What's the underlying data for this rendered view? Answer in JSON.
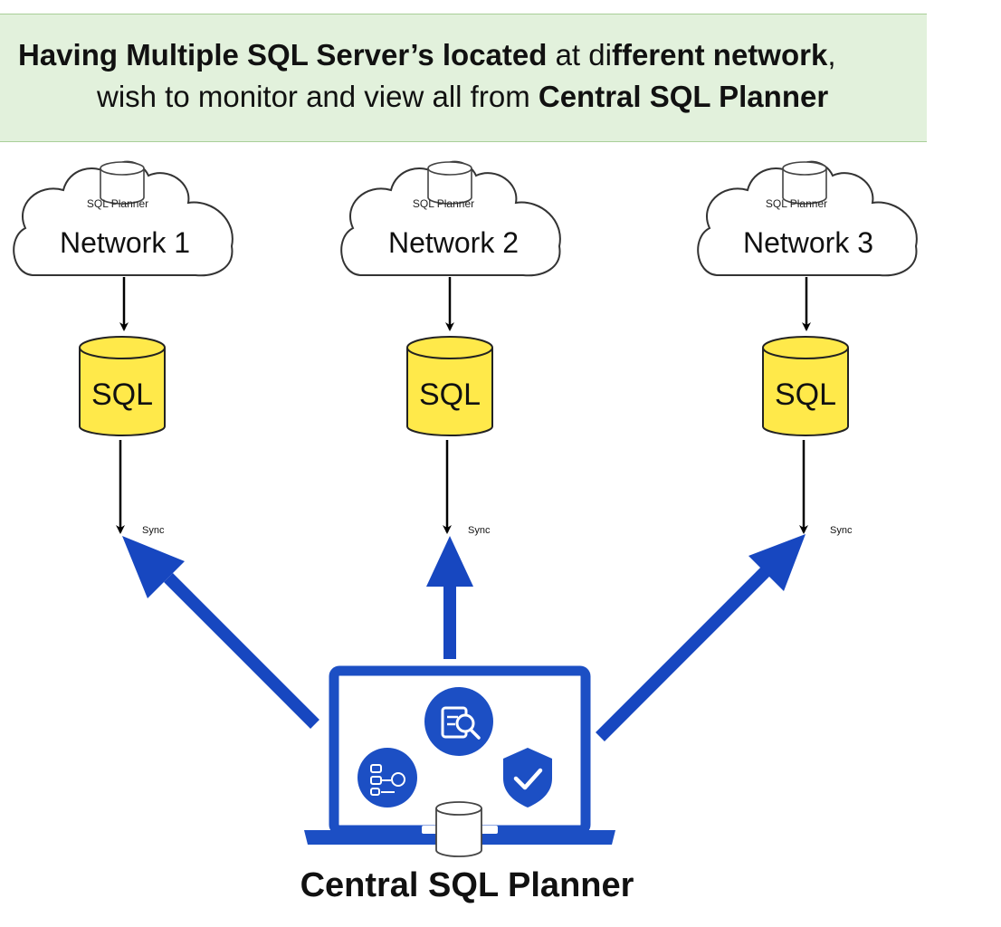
{
  "banner": {
    "line1": [
      {
        "text": "Having Multiple SQL Server’s located",
        "bold": true
      },
      {
        "text": " at di",
        "bold": false
      },
      {
        "text": "ff",
        "bold": true
      },
      {
        "text": "erent network",
        "bold": true
      },
      {
        "text": ",",
        "bold": false
      }
    ],
    "line2": [
      {
        "text": "wish to monitor and view all from ",
        "bold": false
      },
      {
        "text": "Central SQL Planner",
        "bold": true
      }
    ]
  },
  "networks": [
    {
      "cloud_label": "Network 1",
      "planner_label": "SQL Planner",
      "db_label": "SQL",
      "sync_label": "Sync"
    },
    {
      "cloud_label": "Network 2",
      "planner_label": "SQL Planner",
      "db_label": "SQL",
      "sync_label": "Sync"
    },
    {
      "cloud_label": "Network 3",
      "planner_label": "SQL Planner",
      "db_label": "SQL",
      "sync_label": "Sync"
    }
  ],
  "central": {
    "title": "Central SQL Planner",
    "screen_icons": [
      "inspect-search-icon",
      "workflow-icon",
      "shield-check-icon"
    ]
  },
  "colors": {
    "banner_bg": "#e2f1dc",
    "db_fill": "#ffe94a",
    "arrow_blue": "#1747c0",
    "laptop_blue": "#1c4fc4"
  }
}
